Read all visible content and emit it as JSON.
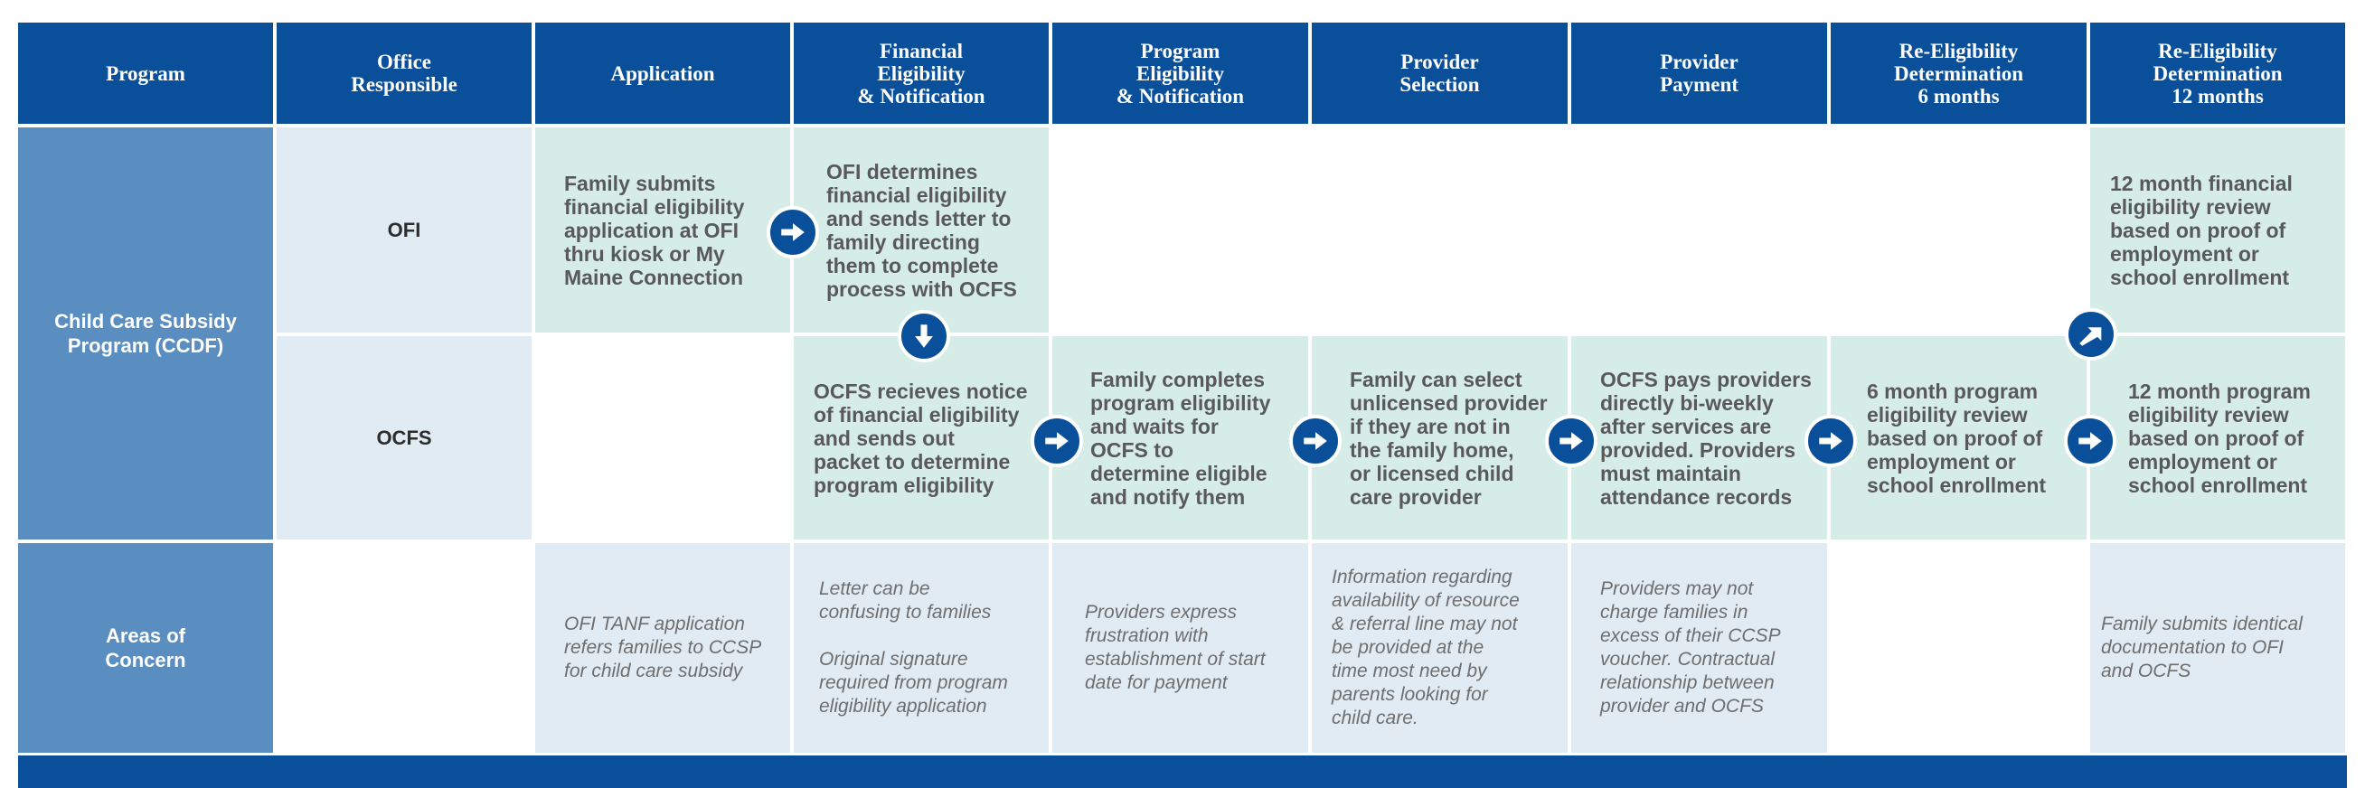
{
  "headers": {
    "program": "Program",
    "office": "Office\nResponsible",
    "application": "Application",
    "financial": "Financial\nEligibility\n& Notification",
    "program_elig": "Program\nEligibility\n& Notification",
    "provider_selection": "Provider\nSelection",
    "provider_payment": "Provider\nPayment",
    "redet6": "Re-Eligibility\nDetermination\n6 months",
    "redet12": "Re-Eligibility\nDetermination\n12 months"
  },
  "program_name": "Child Care Subsidy\nProgram (CCDF)",
  "offices": {
    "ofi": "OFI",
    "ocfs": "OCFS"
  },
  "ofi_row": {
    "application": "Family submits\nfinancial eligibility\napplication at OFI\nthru kiosk or My\nMaine Connection",
    "financial": "OFI determines\nfinancial eligibility\nand sends letter to\nfamily directing\nthem to complete\nprocess with OCFS",
    "redet12": "12 month financial\neligibility review\nbased on proof of\nemployment or\nschool enrollment"
  },
  "ocfs_row": {
    "financial": "OCFS recieves notice\nof financial eligibility\nand sends out\npacket to determine\nprogram eligibility",
    "program_elig": "Family completes\nprogram eligibility\nand waits for\nOCFS to\ndetermine eligible\nand notify them",
    "provider_selection": "Family can select\nunlicensed provider\nif they are not in\nthe family home,\nor licensed child\ncare provider",
    "provider_payment": "OCFS pays providers\ndirectly bi-weekly\nafter services are\nprovided. Providers\nmust maintain\nattendance records",
    "redet6": "6 month program\neligibility review\nbased on proof of\nemployment or\nschool enrollment",
    "redet12": "12 month program\neligibility review\nbased on proof of\nemployment or\nschool enrollment"
  },
  "concerns": {
    "label": "Areas of\nConcern",
    "application": "OFI TANF application\nrefers families to CCSP\nfor child care subsidy",
    "financial": "Letter can be\nconfusing to families\n\nOriginal signature\nrequired from program\neligibility application",
    "program_elig": "Providers express\nfrustration with\nestablishment of start\ndate for payment",
    "provider_selection": "Information regarding\navailability of resource\n& referral line may not\nbe provided at the\ntime most need by\nparents looking for\nchild care.",
    "provider_payment": "Providers may not\ncharge families in\nexcess of their CCSP\nvoucher. Contractual\nrelationship between\nprovider and OCFS",
    "redet12": "Family submits identical\ndocumentation to OFI\nand OCFS"
  },
  "colors": {
    "header_blue": "#0a4f9a",
    "program_blue": "#5a8dc0",
    "office_bg": "#e1ebf4",
    "step_bg": "#d5ece7"
  },
  "icons": [
    "arrow-right-icon",
    "arrow-down-icon",
    "arrow-up-right-icon"
  ]
}
